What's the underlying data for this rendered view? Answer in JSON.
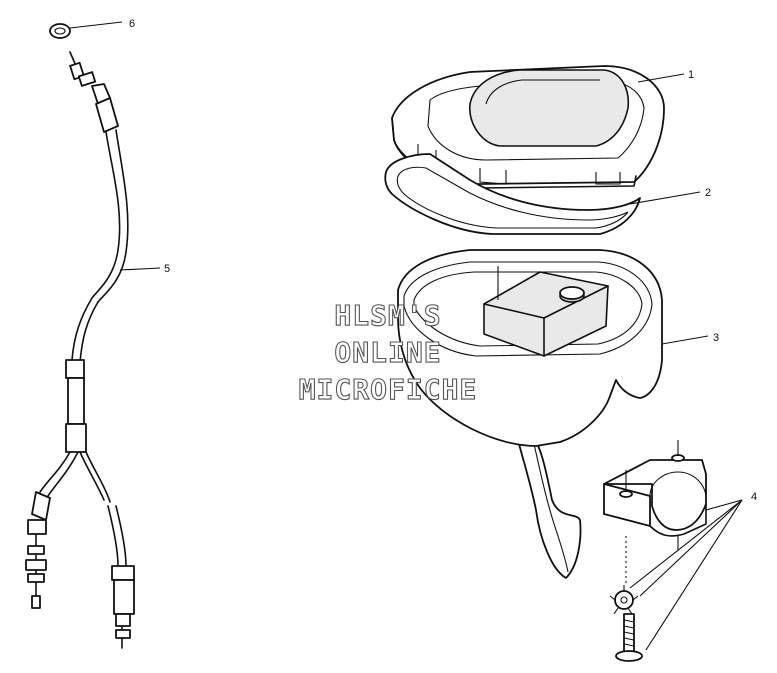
{
  "callouts": {
    "c1": "1",
    "c2": "2",
    "c3": "3",
    "c4": "4",
    "c5": "5",
    "c6": "6"
  },
  "watermark": {
    "line1": "HLSM'S",
    "line2": "ONLINE",
    "line3": "MICROFICHE"
  }
}
